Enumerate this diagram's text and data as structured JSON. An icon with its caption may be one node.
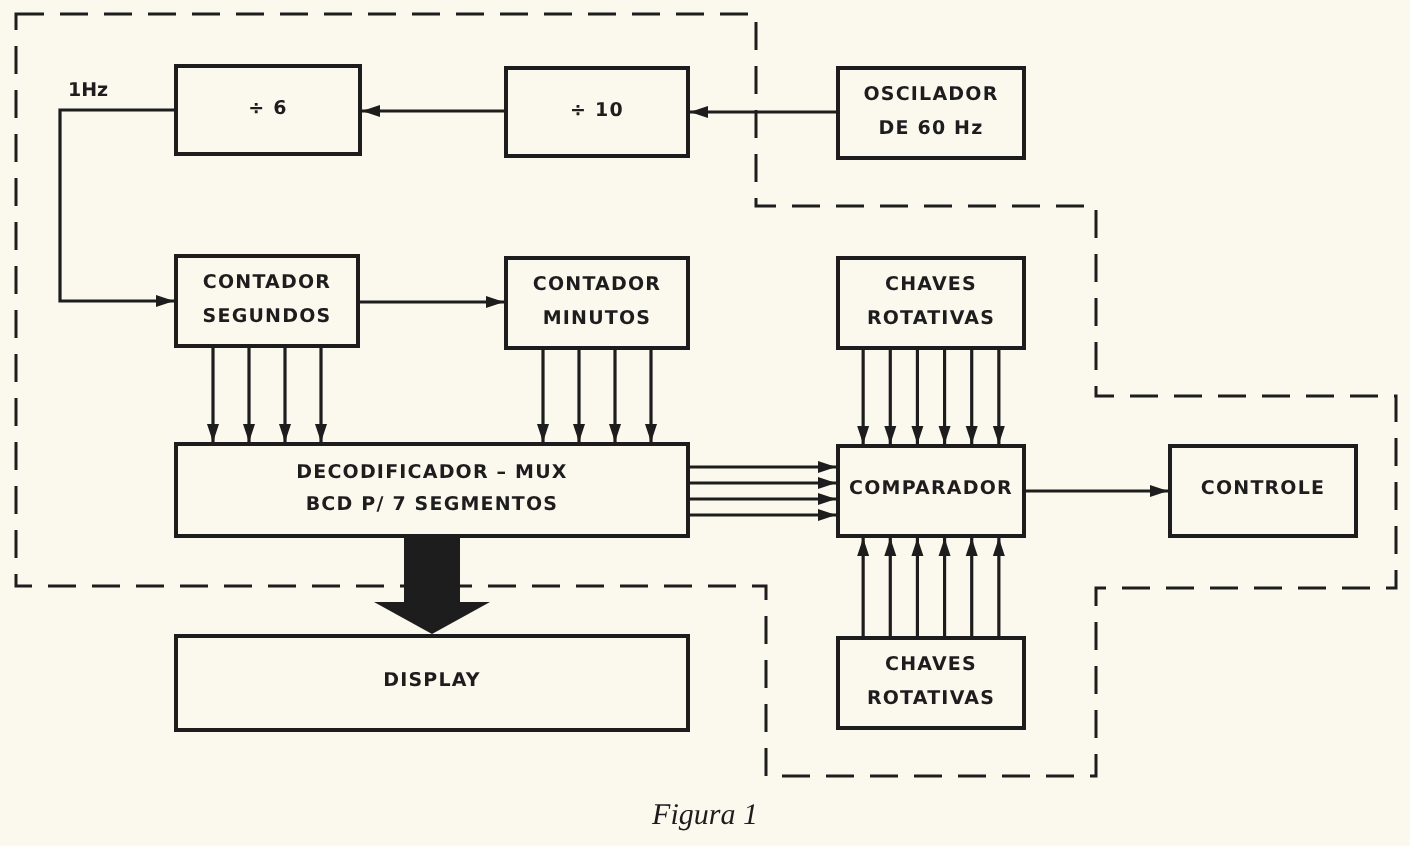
{
  "diagram": {
    "caption": "Figura 1",
    "nodes": [
      {
        "text": [
          "÷ 6"
        ]
      },
      {
        "text": [
          "÷ 10"
        ]
      },
      {
        "text": [
          "OSCILADOR DE 60 Hz"
        ]
      },
      {
        "text": [
          "CONTADOR SEGUNDOS"
        ]
      },
      {
        "text": [
          "CONTADOR MINUTOS"
        ]
      },
      {
        "text": [
          "CHAVES ROTATIVAS"
        ]
      },
      {
        "text": [
          "DECODIFICADOR – MUX BCD P/ 7 SEGMENTOS"
        ]
      },
      {
        "text": [
          "COMPARADOR"
        ]
      },
      {
        "text": [
          "CONTROLE"
        ]
      },
      {
        "text": [
          "CHAVES ROTATIVAS"
        ]
      },
      {
        "text": [
          "DISPLAY"
        ]
      }
    ],
    "edges": [
      {
        "from": 2,
        "to": 1,
        "arrow": "to"
      },
      {
        "from": 1,
        "to": 0,
        "arrow": "to"
      },
      {
        "from": 0,
        "to": 3,
        "arrow": "to",
        "label": "1Hz"
      },
      {
        "from": 3,
        "to": 4,
        "arrow": "to"
      },
      {
        "from": 3,
        "to": 6,
        "arrow": "to"
      },
      {
        "from": 3,
        "to": 6,
        "arrow": "to"
      },
      {
        "from": 3,
        "to": 6,
        "arrow": "to"
      },
      {
        "from": 3,
        "to": 6,
        "arrow": "to"
      },
      {
        "from": 4,
        "to": 6,
        "arrow": "to"
      },
      {
        "from": 4,
        "to": 6,
        "arrow": "to"
      },
      {
        "from": 4,
        "to": 6,
        "arrow": "to"
      },
      {
        "from": 4,
        "to": 6,
        "arrow": "to"
      },
      {
        "from": 5,
        "to": 7,
        "arrow": "to"
      },
      {
        "from": 5,
        "to": 7,
        "arrow": "to"
      },
      {
        "from": 5,
        "to": 7,
        "arrow": "to"
      },
      {
        "from": 5,
        "to": 7,
        "arrow": "to"
      },
      {
        "from": 5,
        "to": 7,
        "arrow": "to"
      },
      {
        "from": 5,
        "to": 7,
        "arrow": "to"
      },
      {
        "from": 6,
        "to": 7,
        "arrow": "to"
      },
      {
        "from": 6,
        "to": 7,
        "arrow": "to"
      },
      {
        "from": 6,
        "to": 7,
        "arrow": "to"
      },
      {
        "from": 6,
        "to": 7,
        "arrow": "to"
      },
      {
        "from": 7,
        "to": 8,
        "arrow": "to"
      },
      {
        "from": 9,
        "to": 7,
        "arrow": "to"
      },
      {
        "from": 9,
        "to": 7,
        "arrow": "to"
      },
      {
        "from": 9,
        "to": 7,
        "arrow": "to"
      },
      {
        "from": 9,
        "to": 7,
        "arrow": "to"
      },
      {
        "from": 9,
        "to": 7,
        "arrow": "to"
      },
      {
        "from": 9,
        "to": 7,
        "arrow": "to"
      },
      {
        "from": 6,
        "to": 10,
        "arrow": "to",
        "style": "thick"
      }
    ]
  }
}
